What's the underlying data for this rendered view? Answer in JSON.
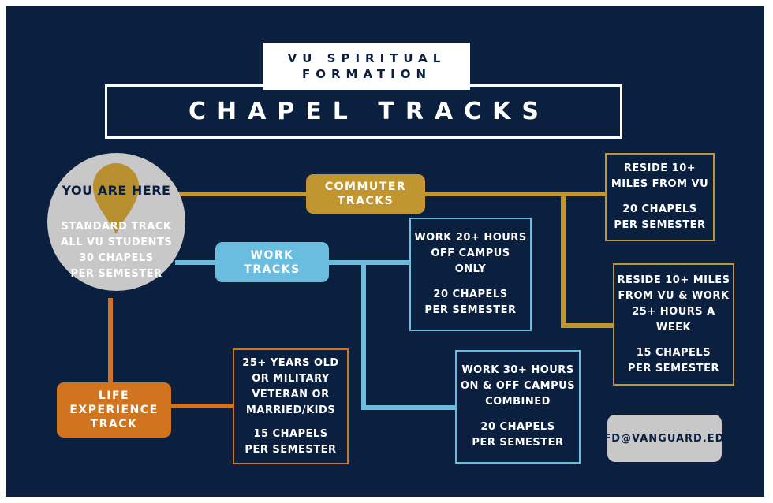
{
  "header": {
    "org_line1": "VU SPIRITUAL",
    "org_line2": "FORMATION",
    "title": "CHAPEL TRACKS"
  },
  "standard": {
    "you_are_here": "YOU ARE HERE",
    "lines": [
      "STANDARD TRACK",
      "ALL VU STUDENTS",
      "30 CHAPELS",
      "PER SEMESTER"
    ]
  },
  "commuter": {
    "label_line1": "COMMUTER",
    "label_line2": "TRACKS",
    "option1": [
      "RESIDE 10+",
      "MILES FROM VU",
      "",
      "20 CHAPELS",
      "PER SEMESTER"
    ],
    "option2": [
      "RESIDE 10+ MILES",
      "FROM VU & WORK",
      "25+ HOURS A",
      "WEEK",
      "",
      "15 CHAPELS",
      "PER SEMESTER"
    ]
  },
  "work": {
    "label_line1": "WORK",
    "label_line2": "TRACKS",
    "option1": [
      "WORK 20+ HOURS",
      "OFF CAMPUS",
      "ONLY",
      "",
      "20 CHAPELS",
      "PER SEMESTER"
    ],
    "option2": [
      "WORK 30+ HOURS",
      "ON & OFF CAMPUS",
      "COMBINED",
      "",
      "20 CHAPELS",
      "PER SEMESTER"
    ]
  },
  "life": {
    "label_line1": "LIFE",
    "label_line2": "EXPERIENCE",
    "label_line3": "TRACK",
    "option1": [
      "25+ YEARS OLD",
      "OR MILITARY",
      "VETERAN OR",
      "MARRIED/KIDS",
      "",
      "15 CHAPELS",
      "PER SEMESTER"
    ]
  },
  "contact": {
    "email": "SFD@VANGUARD.EDU"
  },
  "colors": {
    "background": "#0b1f3f",
    "commuter": "#c1952f",
    "work": "#6bbde0",
    "life": "#d0741f",
    "circle": "#c8c8c8"
  }
}
